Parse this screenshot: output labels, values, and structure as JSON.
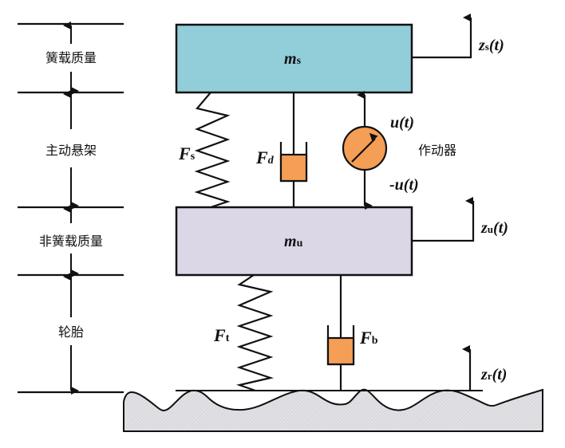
{
  "left_labels": {
    "sprung_mass": "簧载质量",
    "active_suspension": "主动悬架",
    "unsprung_mass": "非簧载质量",
    "tire": "轮胎"
  },
  "masses": {
    "sprung": {
      "symbol": "m",
      "subscript": "s"
    },
    "unsprung": {
      "symbol": "m",
      "subscript": "u"
    }
  },
  "forces": {
    "spring_force": {
      "symbol": "F",
      "subscript": "s"
    },
    "damper_force": {
      "symbol": "F",
      "subscript": "d"
    },
    "tire_force": {
      "symbol": "F",
      "subscript": "t"
    },
    "tire_damping_force": {
      "symbol": "F",
      "subscript": "b"
    }
  },
  "actuator": {
    "label": "作动器",
    "force_up": "u(t)",
    "force_down": "-u(t)"
  },
  "displacements": {
    "sprung": {
      "symbol": "z",
      "subscript": "s",
      "arg": "(t)"
    },
    "unsprung": {
      "symbol": "z",
      "subscript": "u",
      "arg": "(t)"
    },
    "road": {
      "symbol": "z",
      "subscript": "r",
      "arg": "(t)"
    }
  },
  "colors": {
    "sprung_mass_fill": "#92CDDA",
    "unsprung_mass_fill": "#DCD7E6",
    "damper_fill": "#F49E56",
    "actuator_fill": "#F49E56",
    "ground_fill": "#D9D9DD",
    "stroke": "#111111"
  }
}
